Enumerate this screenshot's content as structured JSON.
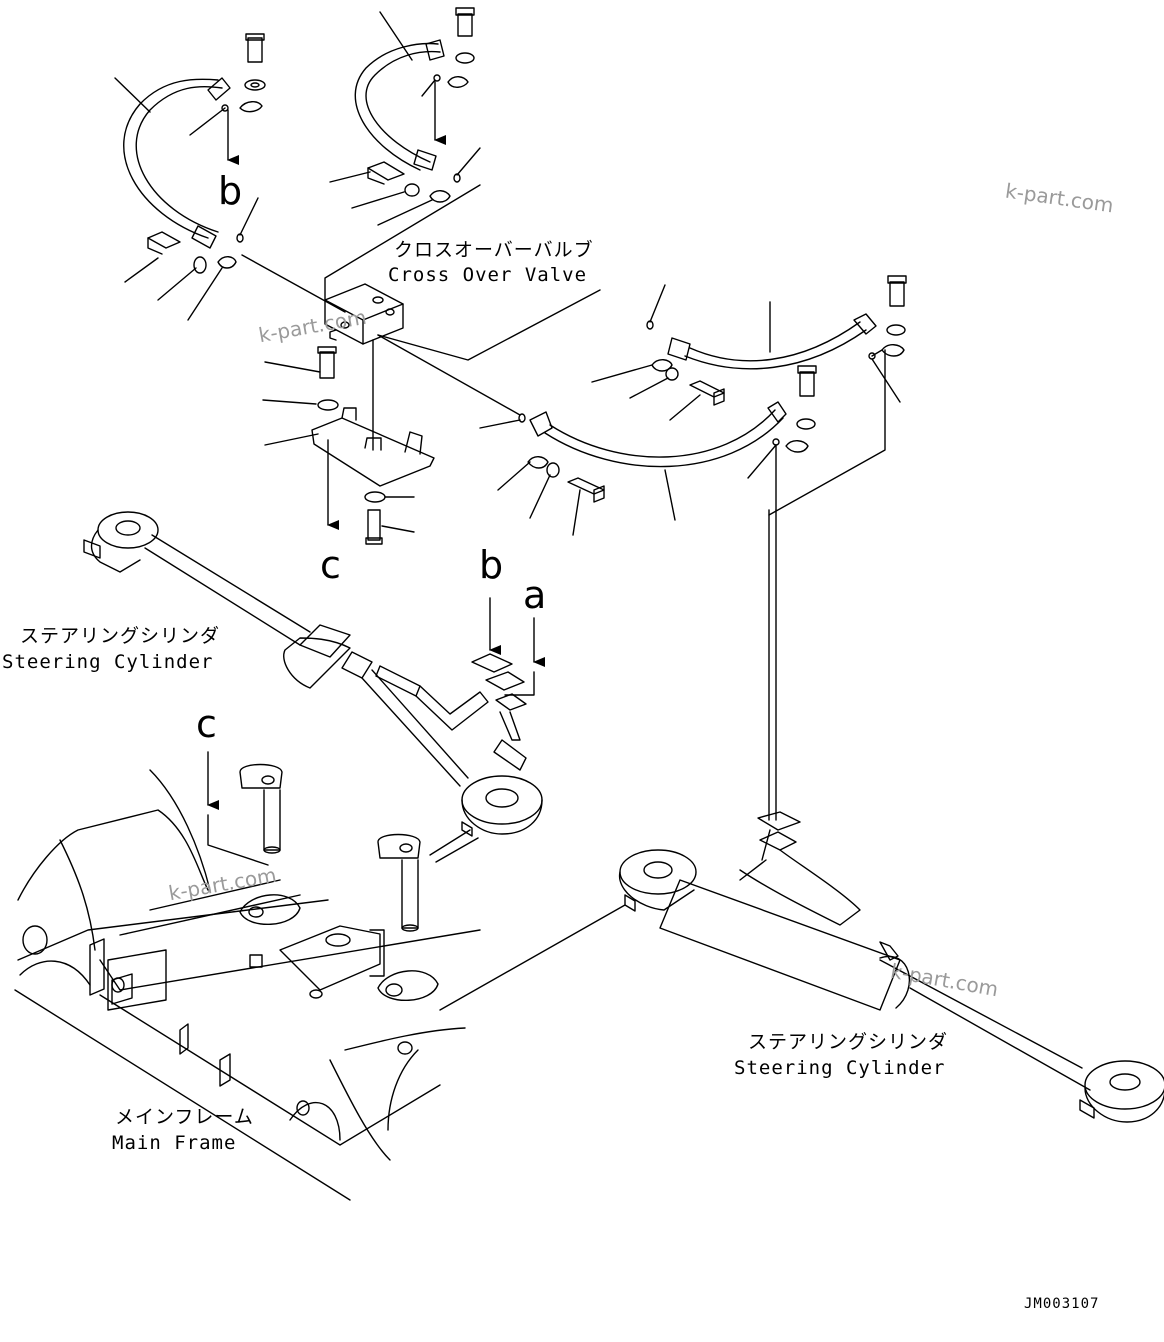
{
  "labels": {
    "cross_over_valve_jp": "クロスオーバーバルブ",
    "cross_over_valve_en": "Cross Over Valve",
    "steering_cylinder_left_jp": "ステアリングシリンダ",
    "steering_cylinder_left_en": "Steering Cylinder",
    "steering_cylinder_right_jp": "ステアリングシリンダ",
    "steering_cylinder_right_en": "Steering Cylinder",
    "main_frame_jp": "メインフレーム",
    "main_frame_en": "Main Frame"
  },
  "ref_letters": {
    "b_upper": "b",
    "c_upper": "c",
    "b_lower": "b",
    "a_lower": "a",
    "c_lower": "c"
  },
  "watermarks": [
    "k-part.com",
    "k-part.com",
    "k-part.com",
    "k-part.com"
  ],
  "drawing_code": "JM003107"
}
